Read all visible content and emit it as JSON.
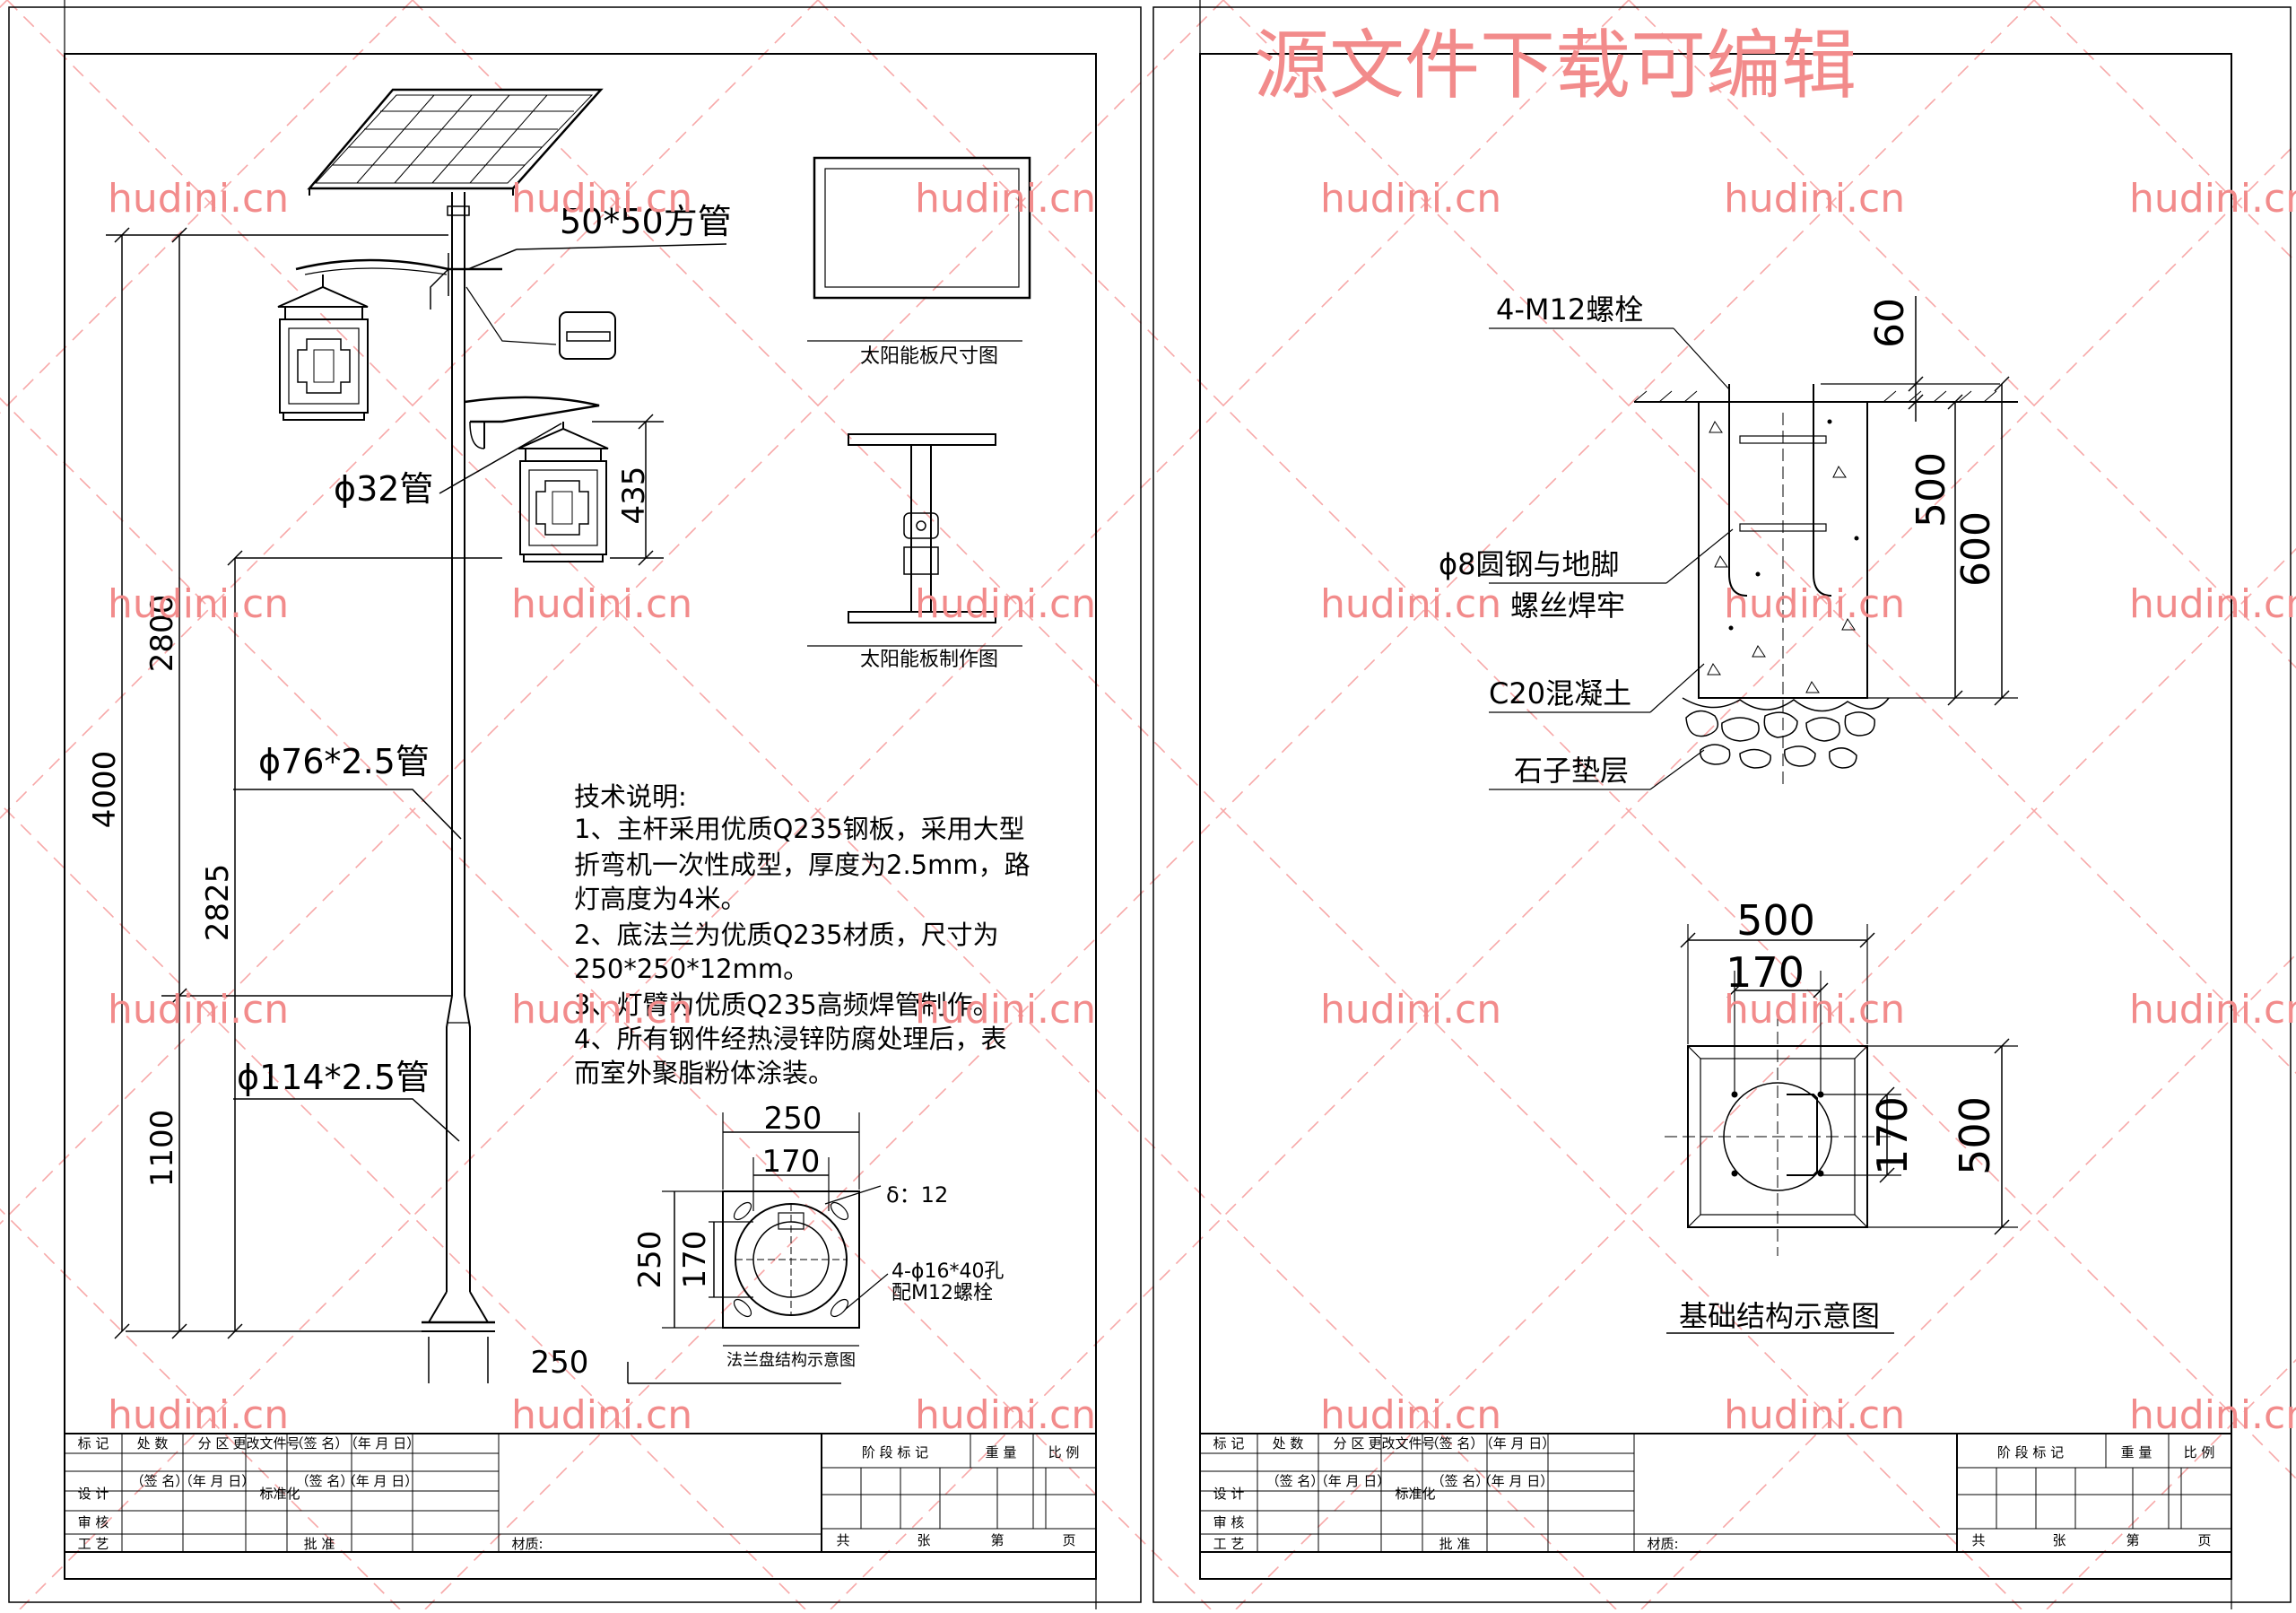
{
  "watermark": {
    "site": "hudini.cn",
    "banner": "源文件下载可编辑"
  },
  "left_sheet": {
    "callouts": {
      "square_tube": "50*50方管",
      "arm_tube": "ϕ32管",
      "pole_upper": "ϕ76*2.5管",
      "pole_lower": "ϕ114*2.5管"
    },
    "dimensions": {
      "lamp_drop": "435",
      "total_height": "4000",
      "upper_height": "2800",
      "mid_height": "2825",
      "base_height": "1100",
      "base_width": "250"
    },
    "panel_views": {
      "panel_size_title": "太阳能板尺寸图",
      "panel_make_title": "太阳能板制作图"
    },
    "tech_notes": {
      "heading": "技术说明:",
      "lines": [
        "1、主杆采用优质Q235钢板，采用大型",
        "折弯机一次性成型，厚度为2.5mm，路",
        "灯高度为4米。",
        "2、底法兰为优质Q235材质，尺寸为",
        "250*250*12mm。",
        "3、灯臂为优质Q235高频焊管制作。",
        "4、所有钢件经热浸锌防腐处理后，表",
        "而室外聚脂粉体涂装。"
      ]
    },
    "flange": {
      "dim_outer_top": "250",
      "dim_inner_top": "170",
      "dim_outer_side": "250",
      "dim_inner_side": "170",
      "thickness": "δ：12",
      "holes": "4-ϕ16*40孔",
      "bolts": "配M12螺栓",
      "caption": "法兰盘结构示意图"
    }
  },
  "right_sheet": {
    "foundation": {
      "bolts": "4-M12螺栓",
      "dim_top": "60",
      "dim_mid": "500",
      "dim_total": "600",
      "rebar_line1": "ϕ8圆钢与地脚",
      "rebar_line2": "螺丝焊牢",
      "concrete": "C20混凝土",
      "gravel": "石子垫层"
    },
    "plan": {
      "outer_top": "500",
      "inner_top": "170",
      "inner_side": "170",
      "outer_side": "500",
      "caption": "基础结构示意图"
    }
  },
  "title_block": {
    "row1": [
      "标 记",
      "处 数",
      "分 区",
      "更改文件号",
      "（签 名）",
      "（年 月 日）"
    ],
    "row2": [
      "设 计",
      "（签 名）",
      "（年 月 日）",
      "标准化",
      "（签 名）",
      "（年 月 日）"
    ],
    "review": "审 核",
    "process": "工 艺",
    "approve": "批 准",
    "material": "材质:",
    "stage_mark": "阶 段 标 记",
    "weight": "重 量",
    "scale": "比 例",
    "sheets_total": "共",
    "sheet": "张",
    "page_no": "第",
    "page": "页"
  }
}
